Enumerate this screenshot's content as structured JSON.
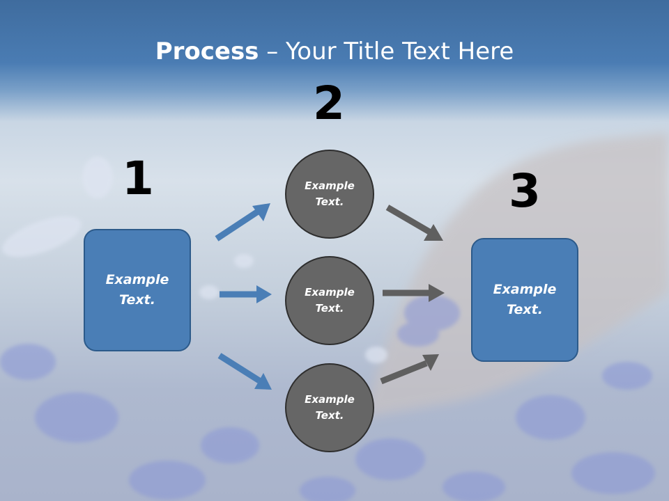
{
  "title": {
    "bold": "Process",
    "rest": " – Your Title Text Here"
  },
  "steps": {
    "one": "1",
    "two": "2",
    "three": "3"
  },
  "boxes": {
    "left": "Example\nText.",
    "right": "Example\nText."
  },
  "circles": {
    "top": "Example\nText.",
    "middle": "Example\nText.",
    "bottom": "Example\nText."
  },
  "colors": {
    "box_fill": "#4a7eb6",
    "circle_fill": "#666666",
    "blue_arrow": "#4a7eb6",
    "gray_arrow": "#5f5f5f",
    "header": "#3f6c9e"
  }
}
